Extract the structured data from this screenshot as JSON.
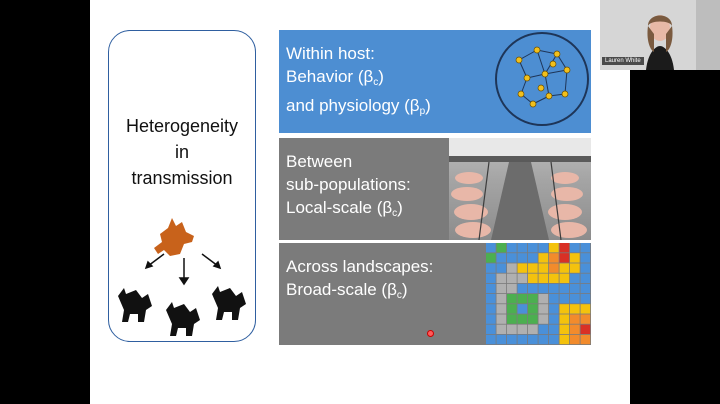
{
  "slide": {
    "left_title_lines": [
      "Heterogeneity",
      "in",
      "transmission"
    ],
    "panels": [
      {
        "lines": [
          "Within host:",
          "Behavior (β",
          "and physiology (β"
        ],
        "subs": [
          "c",
          "p"
        ]
      },
      {
        "lines": [
          "Between",
          "sub-populations:",
          "Local-scale (β"
        ],
        "subs": [
          "c"
        ]
      },
      {
        "lines": [
          "Across landscapes:",
          "Broad-scale (β"
        ],
        "subs": [
          "c"
        ]
      }
    ]
  },
  "webcam": {
    "name": "Lauren White"
  },
  "colors": {
    "panel_blue": "#4d8ed2",
    "panel_gray": "#7b7b7b",
    "fox_orange": "#c8621b",
    "card_border": "#2f5fa0"
  },
  "icons": [
    "fox-icon",
    "network-icon",
    "pig-barn-image",
    "heat-grid-map",
    "presenter-video"
  ]
}
